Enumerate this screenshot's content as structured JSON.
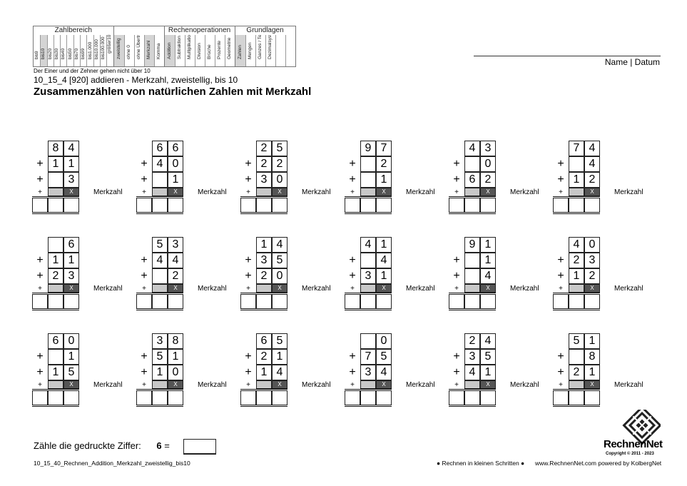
{
  "header": {
    "groups": [
      {
        "title": "Zahlbereich",
        "columns": [
          {
            "top": "9",
            "bottom": "bis",
            "hl": false
          },
          {
            "top": "10",
            "bottom": "bis",
            "hl": true
          },
          {
            "top": "20",
            "bottom": "bis",
            "hl": false
          },
          {
            "top": "30",
            "bottom": "bis",
            "hl": false
          },
          {
            "top": "40",
            "bottom": "bis",
            "hl": false
          },
          {
            "top": "50",
            "bottom": "bis",
            "hl": false
          },
          {
            "top": "70",
            "bottom": "bis",
            "hl": false
          },
          {
            "top": "99",
            "bottom": "bis",
            "hl": false
          },
          {
            "top": "1.000",
            "bottom": "bis",
            "hl": false
          },
          {
            "top": "10.000",
            "bottom": "bis",
            "hl": false
          },
          {
            "top": "100.000",
            "bottom": "bis",
            "hl": false
          },
          {
            "top": "größer100.000",
            "bottom": "",
            "hl": false
          }
        ]
      },
      {
        "title": "",
        "columns": [
          {
            "top": "",
            "bottom": "zweistellig",
            "hl": true
          },
          {
            "top": "",
            "bottom": "ohne 0",
            "hl": false
          },
          {
            "top": "",
            "bottom": "ohne Übertrag",
            "hl": false
          },
          {
            "top": "",
            "bottom": "Merkzahl",
            "hl": true
          },
          {
            "top": "",
            "bottom": "Komma",
            "hl": false
          }
        ]
      },
      {
        "title": "Rechenoperationen",
        "columns": [
          {
            "top": "",
            "bottom": "Addition",
            "hl": true
          },
          {
            "top": "",
            "bottom": "Subtraktion",
            "hl": false
          },
          {
            "top": "",
            "bottom": "Multiplikation",
            "hl": false
          },
          {
            "top": "",
            "bottom": "Division",
            "hl": false
          },
          {
            "top": "",
            "bottom": "Brüche",
            "hl": false
          },
          {
            "top": "",
            "bottom": "Prozente",
            "hl": false
          },
          {
            "top": "",
            "bottom": "Geometrie",
            "hl": false
          }
        ]
      },
      {
        "title": "Grundlagen",
        "columns": [
          {
            "top": "",
            "bottom": "Zahlen",
            "hl": true
          },
          {
            "top": "",
            "bottom": "Mengen",
            "hl": false
          },
          {
            "top": "",
            "bottom": "Ganzes / Teile",
            "hl": false
          },
          {
            "top": "",
            "bottom": "Dezimalsystem",
            "hl": false
          },
          {
            "top": "",
            "bottom": "",
            "hl": false
          },
          {
            "top": "",
            "bottom": "",
            "hl": false
          }
        ]
      }
    ],
    "name_label": "Name | Datum"
  },
  "note": "Der Einer und der Zehner gehen nicht über 10",
  "code_line": "10_15_4   [920]   addieren - Merkzahl, zweistellig, bis 10",
  "title": "Zusammenzählen von natürlichen Zahlen mit Merkzahl",
  "merk_label": "Merkzahl",
  "x_mark": "X",
  "plus_sign": "+",
  "exercises": [
    [
      [
        "8",
        "4"
      ],
      [
        "1",
        "1"
      ],
      [
        "",
        "3"
      ]
    ],
    [
      [
        "6",
        "6"
      ],
      [
        "4",
        "0"
      ],
      [
        "",
        "1"
      ]
    ],
    [
      [
        "2",
        "5"
      ],
      [
        "2",
        "2"
      ],
      [
        "3",
        "0"
      ]
    ],
    [
      [
        "9",
        "7"
      ],
      [
        "",
        "2"
      ],
      [
        "",
        "1"
      ]
    ],
    [
      [
        "4",
        "3"
      ],
      [
        "",
        "0"
      ],
      [
        "6",
        "2"
      ]
    ],
    [
      [
        "7",
        "4"
      ],
      [
        "",
        "4"
      ],
      [
        "1",
        "2"
      ]
    ],
    [
      [
        "",
        "6"
      ],
      [
        "1",
        "1"
      ],
      [
        "2",
        "3"
      ]
    ],
    [
      [
        "5",
        "3"
      ],
      [
        "4",
        "4"
      ],
      [
        "",
        "2"
      ]
    ],
    [
      [
        "1",
        "4"
      ],
      [
        "3",
        "5"
      ],
      [
        "2",
        "0"
      ]
    ],
    [
      [
        "4",
        "1"
      ],
      [
        "",
        "4"
      ],
      [
        "3",
        "1"
      ]
    ],
    [
      [
        "9",
        "1"
      ],
      [
        "",
        "1"
      ],
      [
        "",
        "4"
      ]
    ],
    [
      [
        "4",
        "0"
      ],
      [
        "2",
        "3"
      ],
      [
        "1",
        "2"
      ]
    ],
    [
      [
        "6",
        "0"
      ],
      [
        "",
        "1"
      ],
      [
        "1",
        "5"
      ]
    ],
    [
      [
        "3",
        "8"
      ],
      [
        "5",
        "1"
      ],
      [
        "1",
        "0"
      ]
    ],
    [
      [
        "6",
        "5"
      ],
      [
        "2",
        "1"
      ],
      [
        "1",
        "4"
      ]
    ],
    [
      [
        "",
        "0"
      ],
      [
        "7",
        "5"
      ],
      [
        "3",
        "4"
      ]
    ],
    [
      [
        "2",
        "4"
      ],
      [
        "3",
        "5"
      ],
      [
        "4",
        "1"
      ]
    ],
    [
      [
        "5",
        "1"
      ],
      [
        "",
        "8"
      ],
      [
        "2",
        "1"
      ]
    ]
  ],
  "footer": {
    "count_label": "Zähle die gedruckte Ziffer:",
    "count_digit": "6",
    "count_eq": "=",
    "filename": "10_15_40_Rechnen_Addition_Merkzahl_zweistellig_bis10",
    "tagline": "● Rechnen in kleinen Schritten ●",
    "website": "www.RechnenNet.com powered by KolbergNet",
    "logo_text": "RechnenNet",
    "copyright": "Copyright © 2011 - 2023"
  }
}
